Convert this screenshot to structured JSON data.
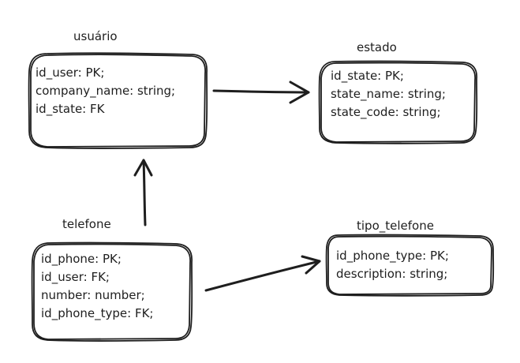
{
  "entities": {
    "usuario": {
      "title": "usuário",
      "fields": [
        "id_user: PK;",
        "company_name: string;",
        "id_state: FK"
      ]
    },
    "estado": {
      "title": "estado",
      "fields": [
        "id_state: PK;",
        "state_name: string;",
        "state_code: string;"
      ]
    },
    "telefone": {
      "title": "telefone",
      "fields": [
        "id_phone: PK;",
        "id_user: FK;",
        "number: number;",
        "id_phone_type: FK;"
      ]
    },
    "tipo_telefone": {
      "title": "tipo_telefone",
      "fields": [
        "id_phone_type: PK;",
        "description: string;"
      ]
    }
  },
  "relationships": [
    {
      "from": "usuario",
      "to": "estado"
    },
    {
      "from": "telefone",
      "to": "usuario"
    },
    {
      "from": "telefone",
      "to": "tipo_telefone"
    }
  ],
  "colors": {
    "stroke": "#1e1e1e",
    "background": "#ffffff"
  }
}
